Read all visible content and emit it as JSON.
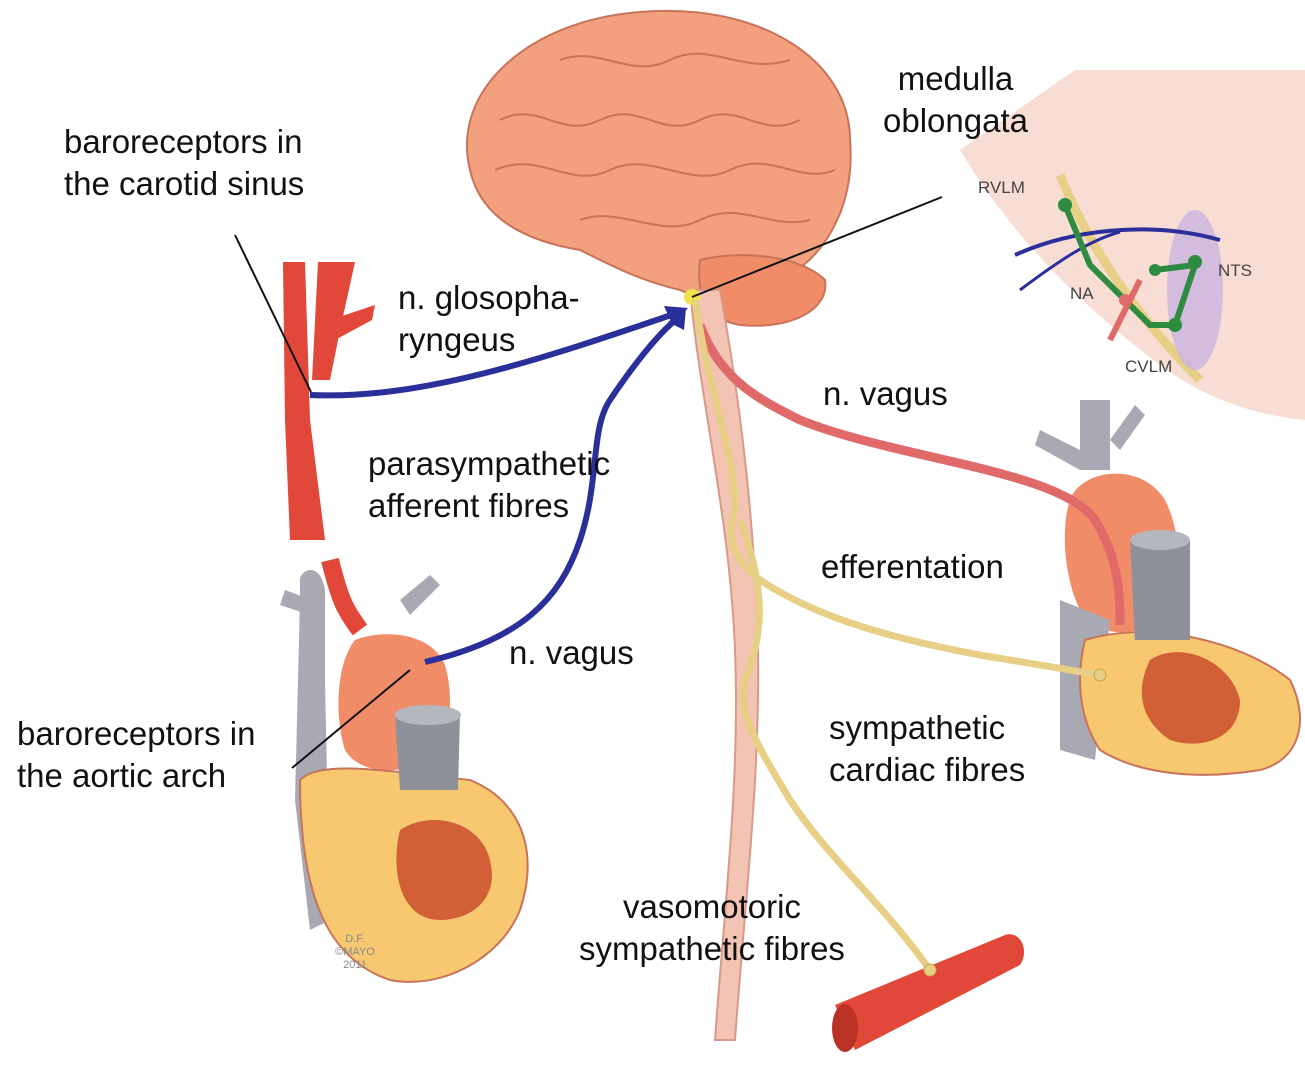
{
  "labels": {
    "carotid_baroreceptors": [
      "baroreceptors in",
      "the carotid sinus"
    ],
    "aortic_baroreceptors": [
      "baroreceptors in",
      "the aortic arch"
    ],
    "glossopharyngeus": [
      "n. glosopha-",
      "ryngeus"
    ],
    "parasympathetic_afferent": [
      "parasympathetic",
      "afferent fibres"
    ],
    "vagus_left": "n. vagus",
    "vagus_right": "n. vagus",
    "medulla": [
      "medulla",
      "oblongata"
    ],
    "efferentation": "efferentation",
    "sympathetic_cardiac": [
      "sympathetic",
      "cardiac fibres"
    ],
    "vasomotoric": [
      "vasomotoric",
      "sympathetic fibres"
    ]
  },
  "inset_labels": {
    "rvlm": "RVLM",
    "nts": "NTS",
    "na": "NA",
    "cvlm": "CVLM"
  },
  "credit": [
    "D.F.",
    "©MAYO",
    "2011"
  ],
  "colors": {
    "afferent_nerve": "#2b2f9a",
    "vagus_efferent": "#e06a6a",
    "sympathetic_fibre": "#e8cf86",
    "artery": "#e2483a",
    "heart_muscle": "#f08c68",
    "vein": "#a9a9b3",
    "brain": "#f2a07e",
    "spinal_cord": "#f3c3b3",
    "inset_pathway": "#2e8b3f"
  }
}
